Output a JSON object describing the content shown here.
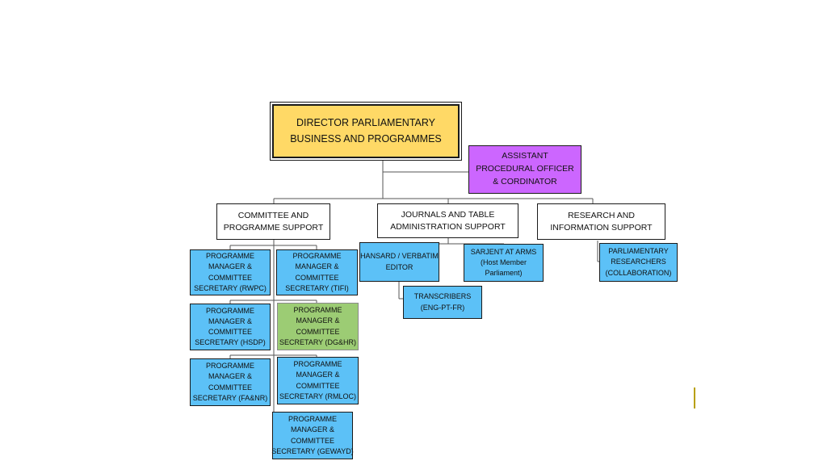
{
  "director": {
    "line1": "DIRECTOR PARLIAMENTARY",
    "line2": "BUSINESS  AND PROGRAMMES"
  },
  "assistant": {
    "line1": "ASSISTANT",
    "line2": "PROCEDURAL OFFICER",
    "line3": "& CORDINATOR"
  },
  "divisions": {
    "committee": {
      "line1": "COMMITTEE AND",
      "line2": "PROGRAMME SUPPORT"
    },
    "journals": {
      "line1": "JOURNALS AND TABLE",
      "line2": "ADMINISTRATION SUPPORT"
    },
    "research": {
      "line1": "RESEARCH AND",
      "line2": "INFORMATION SUPPORT"
    }
  },
  "committee_units": {
    "rwpc": {
      "line1": "PROGRAMME",
      "line2": "MANAGER &",
      "line3": "COMMITTEE",
      "line4": "SECRETARY (RWPC)"
    },
    "tifi": {
      "line1": "PROGRAMME",
      "line2": "MANAGER &",
      "line3": "COMMITTEE",
      "line4": "SECRETARY (TIFI)"
    },
    "hsdp": {
      "line1": "PROGRAMME",
      "line2": "MANAGER &",
      "line3": "COMMITTEE",
      "line4": "SECRETARY (HSDP)"
    },
    "dghr": {
      "line1": "PROGRAMME",
      "line2": "MANAGER &",
      "line3": "COMMITTEE",
      "line4": "SECRETARY (DG&HR)"
    },
    "fanr": {
      "line1": "PROGRAMME",
      "line2": "MANAGER &",
      "line3": "COMMITTEE",
      "line4": "SECRETARY (FA&NR)"
    },
    "rmloc": {
      "line1": "PROGRAMME",
      "line2": "MANAGER &",
      "line3": "COMMITTEE",
      "line4": "SECRETARY (RMLOC)"
    },
    "gewayd": {
      "line1": "PROGRAMME",
      "line2": "MANAGER &",
      "line3": "COMMITTEE",
      "line4": "SECRETARY (GEWAYD)"
    }
  },
  "journals_units": {
    "hansard": {
      "line1": "HANSARD / VERBATIM",
      "line2": "EDITOR"
    },
    "sarjent": {
      "line1": "SARJENT AT ARMS",
      "line2": "(Host Member",
      "line3": "Parliament)"
    },
    "transcribers": {
      "line1": "TRANSCRIBERS",
      "line2": "(ENG-PT-FR)"
    }
  },
  "research_units": {
    "researchers": {
      "line1": "PARLIAMENTARY",
      "line2": "RESEARCHERS",
      "line3": "(COLLABORATION)"
    }
  },
  "colors": {
    "director": "#ffd966",
    "assistant": "#cc66ff",
    "unit": "#5cc1f7",
    "highlight": "#9ccc74"
  }
}
